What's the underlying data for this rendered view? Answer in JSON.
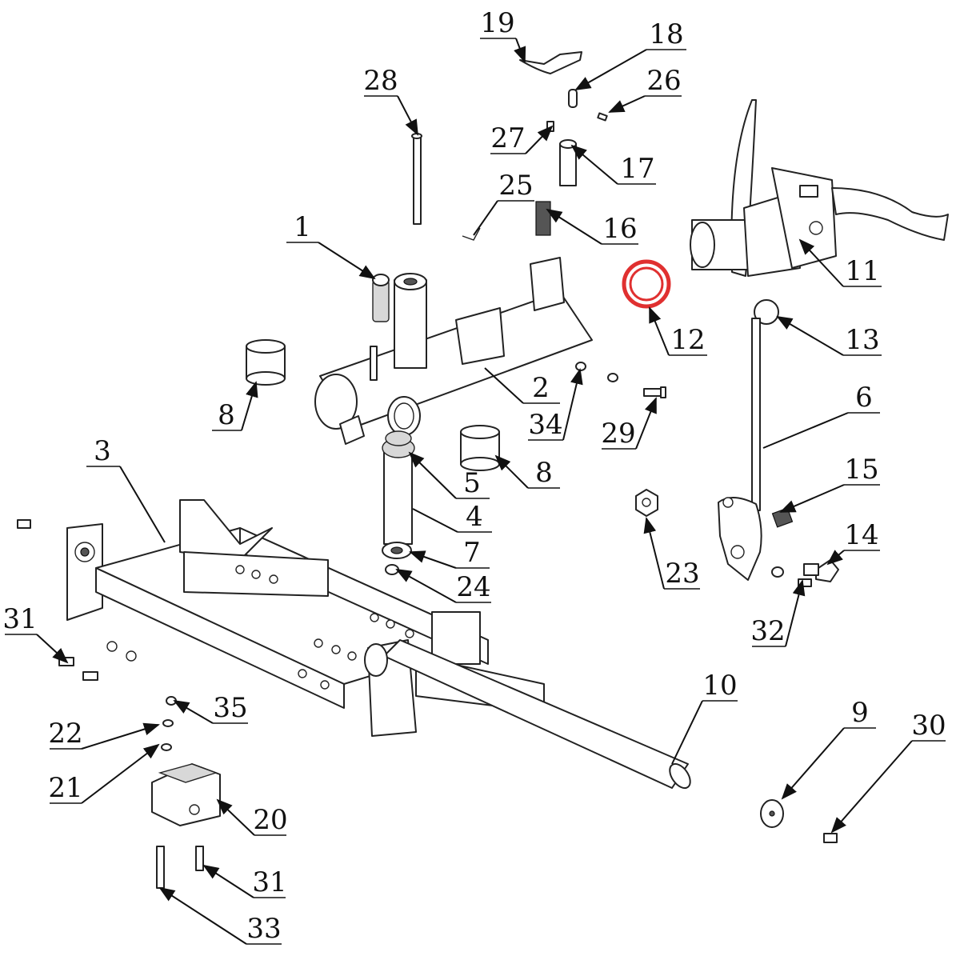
{
  "diagram": {
    "highlight_color": "#e03030",
    "highlighted_part": "12",
    "callouts": [
      {
        "id": "c1",
        "label": "1"
      },
      {
        "id": "c2",
        "label": "2"
      },
      {
        "id": "c3",
        "label": "3"
      },
      {
        "id": "c4",
        "label": "4"
      },
      {
        "id": "c5",
        "label": "5"
      },
      {
        "id": "c6",
        "label": "6"
      },
      {
        "id": "c7",
        "label": "7"
      },
      {
        "id": "c8a",
        "label": "8"
      },
      {
        "id": "c8b",
        "label": "8"
      },
      {
        "id": "c9",
        "label": "9"
      },
      {
        "id": "c10",
        "label": "10"
      },
      {
        "id": "c11",
        "label": "11"
      },
      {
        "id": "c12",
        "label": "12"
      },
      {
        "id": "c13",
        "label": "13"
      },
      {
        "id": "c14",
        "label": "14"
      },
      {
        "id": "c15",
        "label": "15"
      },
      {
        "id": "c16",
        "label": "16"
      },
      {
        "id": "c17",
        "label": "17"
      },
      {
        "id": "c18",
        "label": "18"
      },
      {
        "id": "c19",
        "label": "19"
      },
      {
        "id": "c20",
        "label": "20"
      },
      {
        "id": "c21",
        "label": "21"
      },
      {
        "id": "c22",
        "label": "22"
      },
      {
        "id": "c23",
        "label": "23"
      },
      {
        "id": "c24",
        "label": "24"
      },
      {
        "id": "c25",
        "label": "25"
      },
      {
        "id": "c26",
        "label": "26"
      },
      {
        "id": "c27",
        "label": "27"
      },
      {
        "id": "c28",
        "label": "28"
      },
      {
        "id": "c29",
        "label": "29"
      },
      {
        "id": "c30",
        "label": "30"
      },
      {
        "id": "c31a",
        "label": "31"
      },
      {
        "id": "c31b",
        "label": "31"
      },
      {
        "id": "c32",
        "label": "32"
      },
      {
        "id": "c33",
        "label": "33"
      },
      {
        "id": "c34",
        "label": "34"
      },
      {
        "id": "c35",
        "label": "35"
      }
    ]
  }
}
